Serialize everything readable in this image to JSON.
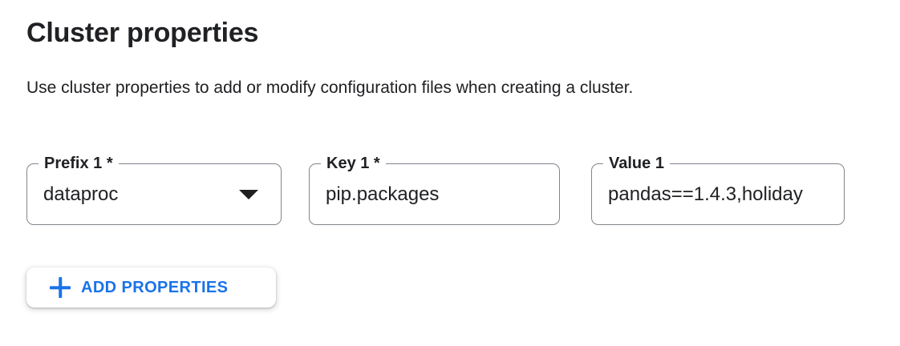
{
  "section": {
    "title": "Cluster properties",
    "description": "Use cluster properties to add or modify configuration files when creating a cluster."
  },
  "form": {
    "fields": [
      {
        "label": "Prefix 1 *",
        "value": "dataproc",
        "control": "dropdown"
      },
      {
        "label": "Key 1 *",
        "value": "pip.packages",
        "control": "text"
      },
      {
        "label": "Value 1",
        "value": "pandas==1.4.3,holiday",
        "control": "text"
      }
    ]
  },
  "actions": {
    "add_properties_label": "ADD PROPERTIES"
  },
  "icons": {
    "dropdown": "triangle-down",
    "add": "plus"
  },
  "colors": {
    "accent": "#1a73e8",
    "text": "#202124",
    "field_border": "#80868b",
    "background": "#ffffff"
  }
}
